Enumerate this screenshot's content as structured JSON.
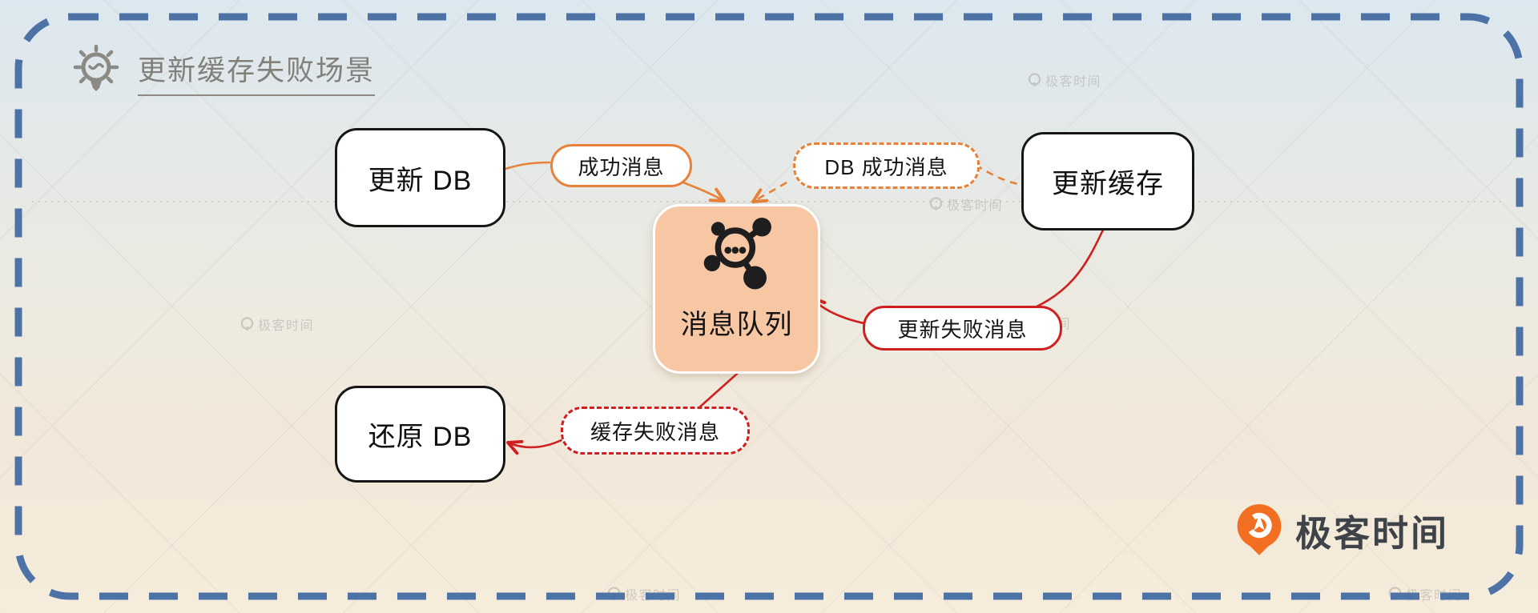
{
  "title": {
    "text": "更新缓存失败场景"
  },
  "nodes": {
    "update_db": {
      "label": "更新 DB"
    },
    "update_cache": {
      "label": "更新缓存"
    },
    "message_queue": {
      "label": "消息队列",
      "icon": "message-queue-hub-icon"
    },
    "restore_db": {
      "label": "还原 DB"
    }
  },
  "edges": [
    {
      "from": "update_db",
      "to": "message_queue",
      "label": "成功消息",
      "line": "solid",
      "color": "#e8813a"
    },
    {
      "from": "update_cache",
      "to": "message_queue",
      "label": "DB 成功消息",
      "line": "dashed",
      "color": "#e8813a"
    },
    {
      "from": "update_cache",
      "to": "message_queue",
      "label": "更新失败消息",
      "line": "solid",
      "color": "#cf1f1f"
    },
    {
      "from": "message_queue",
      "to": "restore_db",
      "label": "缓存失败消息",
      "line": "dashed",
      "color": "#cf1f1f"
    }
  ],
  "watermark": {
    "text": "极客时间"
  },
  "logo": {
    "text": "极客时间"
  },
  "colors": {
    "frame_dash": "#4d72a6",
    "orange_accent": "#e8813a",
    "red_accent": "#cf1f1f",
    "queue_fill": "#f7c7a4",
    "node_border": "#161616",
    "title_gray": "#81807a"
  }
}
